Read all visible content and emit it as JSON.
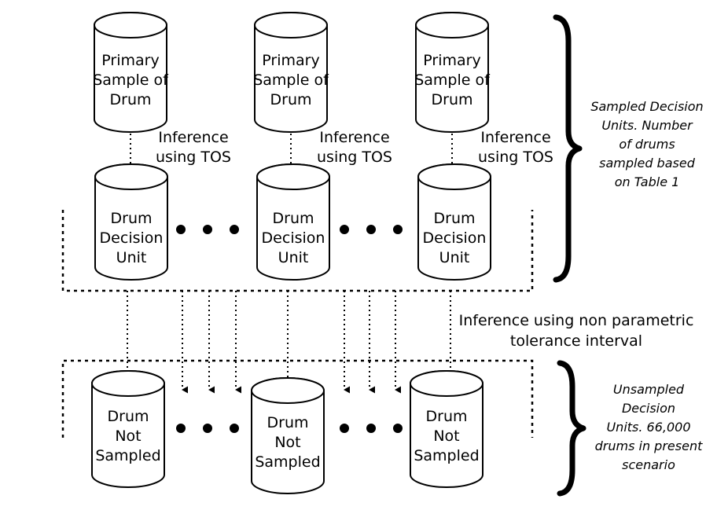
{
  "primary_samples": [
    {
      "lines": [
        "Primary",
        "Sample of",
        "Drum"
      ]
    },
    {
      "lines": [
        "Primary",
        "Sample of",
        "Drum"
      ]
    },
    {
      "lines": [
        "Primary",
        "Sample of",
        "Drum"
      ]
    }
  ],
  "tos_labels": [
    {
      "lines": [
        "Inference",
        "using TOS"
      ]
    },
    {
      "lines": [
        "Inference",
        "using TOS"
      ]
    },
    {
      "lines": [
        "Inference",
        "using TOS"
      ]
    }
  ],
  "decision_units": [
    {
      "lines": [
        "Drum",
        "Decision",
        "Unit"
      ]
    },
    {
      "lines": [
        "Drum",
        "Decision",
        "Unit"
      ]
    },
    {
      "lines": [
        "Drum",
        "Decision",
        "Unit"
      ]
    }
  ],
  "not_sampled": [
    {
      "lines": [
        "Drum",
        "Not",
        "Sampled"
      ]
    },
    {
      "lines": [
        "Drum",
        "Not",
        "Sampled"
      ]
    },
    {
      "lines": [
        "Drum",
        "Not",
        "Sampled"
      ]
    }
  ],
  "tolerance_label": {
    "lines": [
      "Inference using non parametric",
      "tolerance interval"
    ]
  },
  "sampled_note": {
    "lines": [
      "Sampled Decision",
      "Units.  Number",
      "of drums",
      "sampled based",
      "on Table 1"
    ]
  },
  "unsampled_note": {
    "lines": [
      "Unsampled",
      "Decision",
      "Units.  66,000",
      "drums in present",
      "scenario"
    ]
  }
}
